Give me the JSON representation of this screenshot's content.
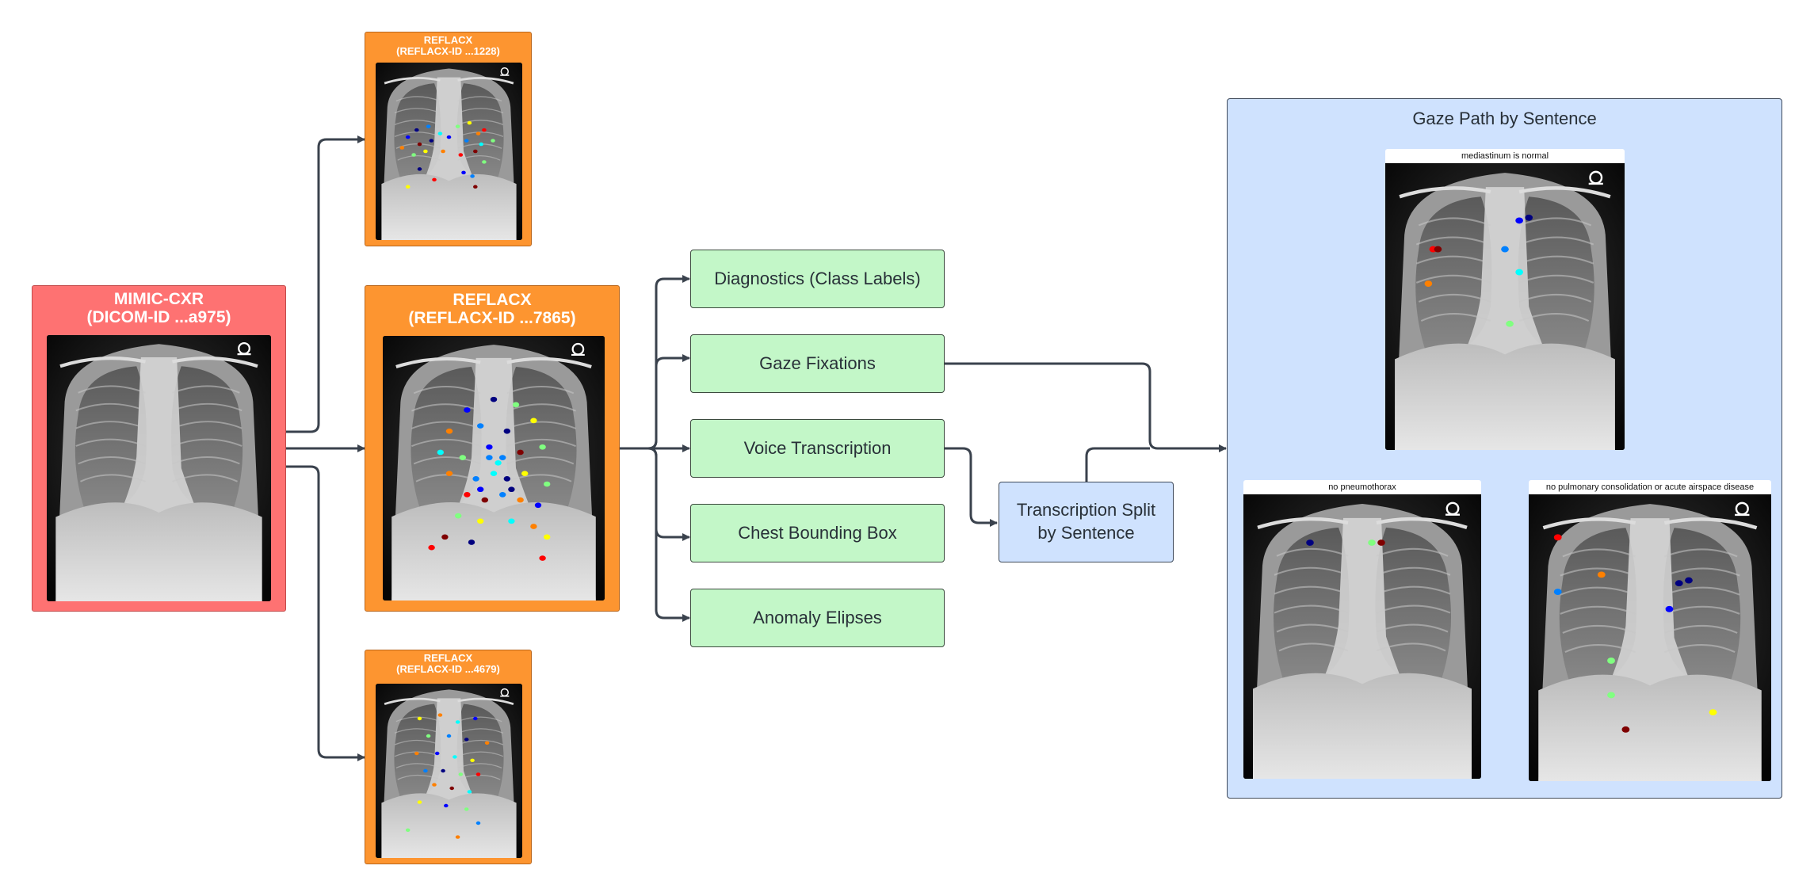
{
  "source": {
    "title_line1": "MIMIC-CXR",
    "title_line2": "(DICOM-ID ...a975)",
    "bg_color": "#fe7272"
  },
  "reflacx_top": {
    "title_line1": "REFLACX",
    "title_line2": "(REFLACX-ID ...1228)"
  },
  "reflacx_main": {
    "title_line1": "REFLACX",
    "title_line2": "(REFLACX-ID ...7865)"
  },
  "reflacx_bottom": {
    "title_line1": "REFLACX",
    "title_line2": "(REFLACX-ID ...4679)"
  },
  "outputs": [
    {
      "label": "Diagnostics (Class Labels)"
    },
    {
      "label": "Gaze Fixations"
    },
    {
      "label": "Voice Transcription"
    },
    {
      "label": "Chest Bounding Box"
    },
    {
      "label": "Anomaly Elipses"
    }
  ],
  "split": {
    "line1": "Transcription Split",
    "line2": "by Sentence"
  },
  "gaze_panel": {
    "title": "Gaze Path by Sentence",
    "sentences": [
      {
        "caption": "mediastinum is normal"
      },
      {
        "caption": "no pneumothorax"
      },
      {
        "caption": "no pulmonary consolidation or acute airspace disease"
      }
    ]
  },
  "colors": {
    "orange": "#fd9530",
    "green": "#c3f7c8",
    "blue": "#cfe2fe",
    "arrow": "#3a424d",
    "gaze_colormap": "jet"
  }
}
